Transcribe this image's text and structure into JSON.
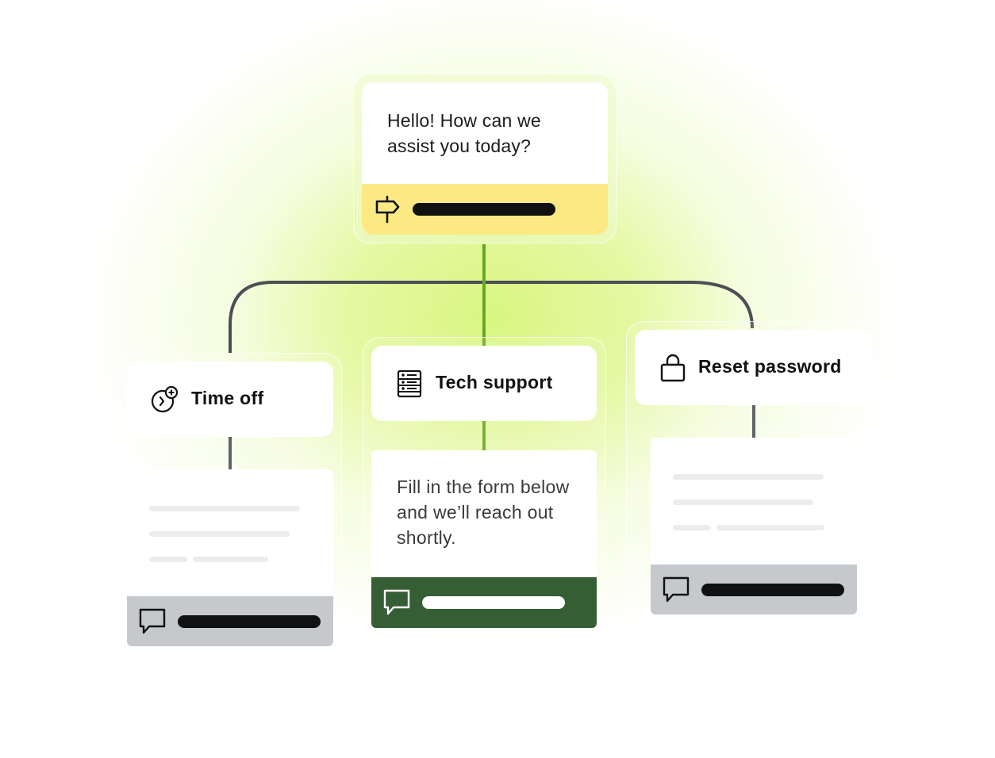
{
  "greeting": {
    "message": "Hello! How can we assist you today?",
    "icon": "signpost-icon",
    "footer_color": "#fce983"
  },
  "branches": [
    {
      "title": "Time off",
      "icon": "clock-plus-icon",
      "footer_icon": "chat-bubble-icon",
      "footer_color": "#c5c9cc"
    },
    {
      "title": "Tech support",
      "icon": "server-rack-icon",
      "message": "Fill in the form below and we’ll reach out shortly.",
      "footer_icon": "chat-bubble-icon",
      "footer_color": "#355e35"
    },
    {
      "title": "Reset password",
      "icon": "lock-icon",
      "footer_icon": "chat-bubble-icon",
      "footer_color": "#c5c9cc"
    }
  ],
  "colors": {
    "connector_dark": "#4a4f55",
    "connector_green": "#6aa621",
    "accent_green": "#d6f57a"
  }
}
